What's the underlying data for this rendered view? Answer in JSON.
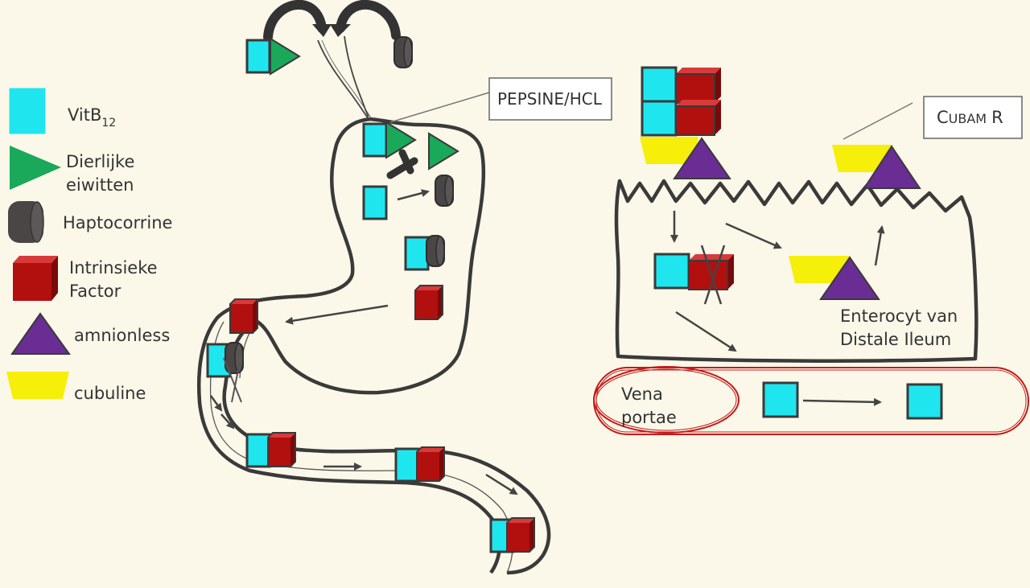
{
  "colors": {
    "background": "#fbf8e9",
    "vitb12": "#1fe6ee",
    "protein": "#1aa85a",
    "haptocorrin": "#4a4646",
    "intrinsic_factor": "#b20f0f",
    "amnionless": "#6a2d93",
    "cubulin": "#f5ef0a",
    "vena_outline": "#c41a1a",
    "outline": "#3a3a3a"
  },
  "legend": {
    "vitb12": {
      "label": "VitB",
      "subscript": "12",
      "icon": "cyan-square-icon"
    },
    "protein": {
      "line1": "Dierlijke",
      "line2": "eiwitten",
      "icon": "green-triangle-icon"
    },
    "haptocorrin": {
      "label": "Haptocorrine",
      "icon": "grey-cylinder-icon"
    },
    "intrinsic_factor": {
      "line1": "Intrinsieke",
      "line2": "Factor",
      "icon": "red-cube-icon"
    },
    "amnionless": {
      "label": "amnionless",
      "icon": "purple-triangle-icon"
    },
    "cubulin": {
      "label": "cubuline",
      "icon": "yellow-trapezoid-icon"
    }
  },
  "labels": {
    "pepsine": "PEPSINE/HCL",
    "cubam_c": "C",
    "cubam_rest": "UBAM",
    "cubam_r": "R",
    "enterocyt_line1": "Enterocyt van",
    "enterocyt_line2": "Distale Ileum",
    "vena_line1": "Vena",
    "vena_line2": "portae"
  }
}
